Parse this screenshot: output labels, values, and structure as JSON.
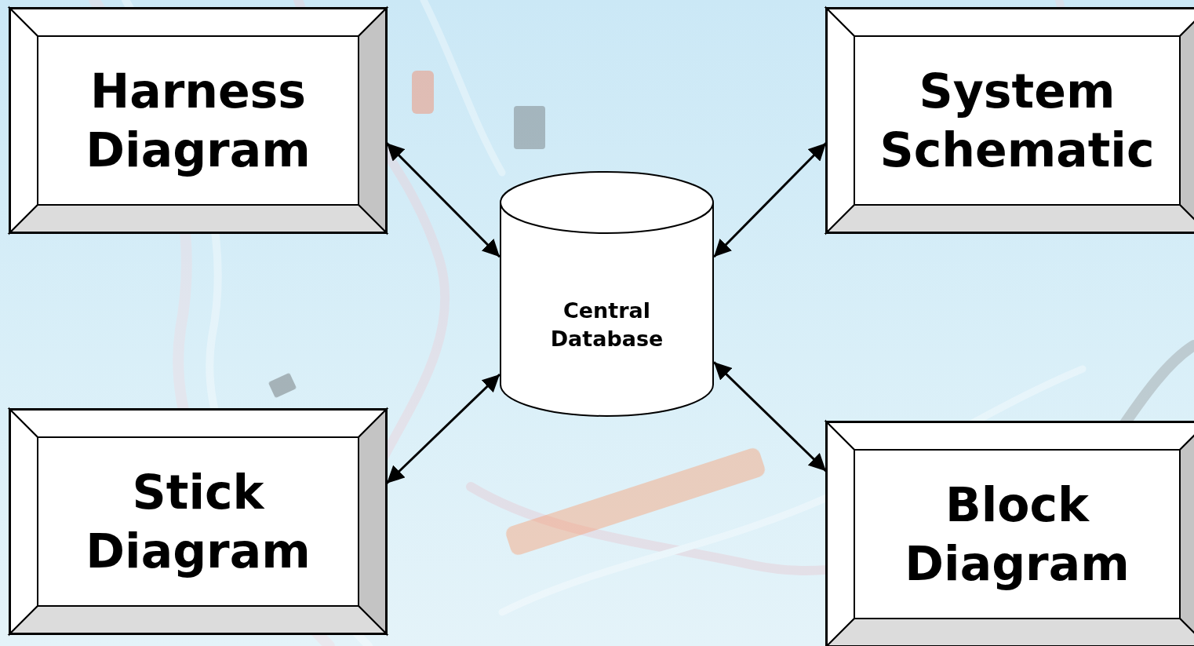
{
  "diagram": {
    "nodes": [
      {
        "text": [
          "Harness Diagram"
        ]
      },
      {
        "text": [
          "System Schematic"
        ]
      },
      {
        "text": [
          "Central Database"
        ]
      },
      {
        "text": [
          "Stick Diagram"
        ]
      },
      {
        "text": [
          "Block Diagram"
        ]
      }
    ],
    "edges": [
      {
        "from": 0,
        "to": 2,
        "arrow": "both"
      },
      {
        "from": 1,
        "to": 2,
        "arrow": "both"
      },
      {
        "from": 3,
        "to": 2,
        "arrow": "both"
      },
      {
        "from": 4,
        "to": 2,
        "arrow": "both"
      }
    ]
  }
}
